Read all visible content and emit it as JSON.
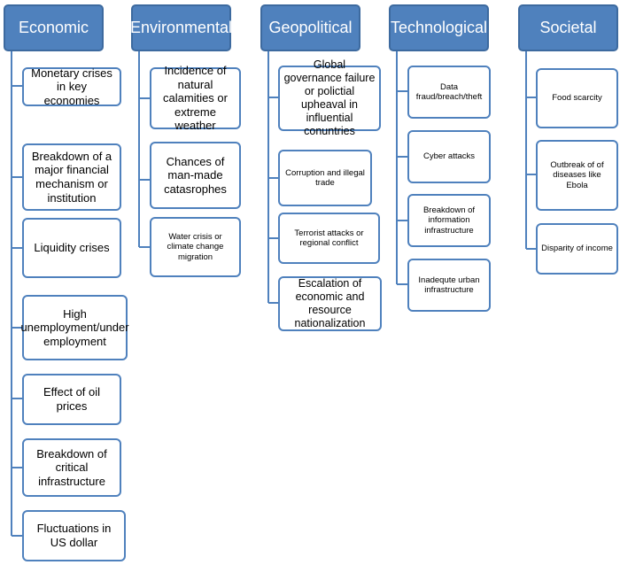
{
  "columns": [
    {
      "title": "Economic",
      "items": [
        "Monetary crises in key economies",
        "Breakdown of a major financial mechanism or institution",
        "Liquidity crises",
        "High unemployment/under employment",
        "Effect of oil prices",
        "Breakdown of critical infrastructure",
        "Fluctuations in US dollar"
      ]
    },
    {
      "title": "Environmental",
      "items": [
        "Incidence of natural calamities or extreme weather",
        "Chances of man-made catasrophes",
        "Water crisis or climate change migration"
      ]
    },
    {
      "title": "Geopolitical",
      "items": [
        "Global governance failure or polictial upheaval in influential conuntries",
        "Corruption and illegal trade",
        "Terrorist attacks or regional conflict",
        "Escalation of economic and resource nationalization"
      ]
    },
    {
      "title": "Technological",
      "items": [
        "Data fraud/breach/theft",
        "Cyber attacks",
        "Breakdown of information infrastructure",
        "Inadequte urban infrastructure"
      ]
    },
    {
      "title": "Societal",
      "items": [
        "Food scarcity",
        "Outbreak of of diseases like Ebola",
        "Disparity of income"
      ]
    }
  ],
  "colors": {
    "header_fill": "#4f81bd",
    "box_border": "#4f81bd",
    "connector": "#4f81bd"
  }
}
